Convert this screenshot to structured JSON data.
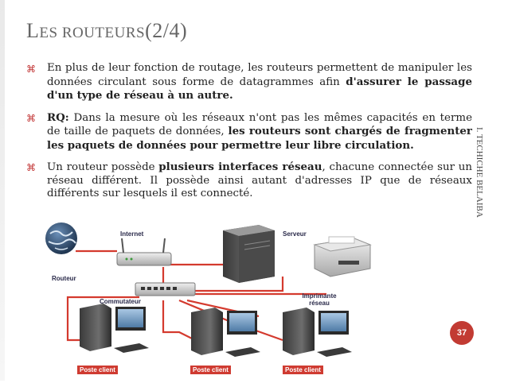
{
  "title": {
    "cap1": "L",
    "rest1": "ES ROUTEURS",
    "suffix": "(2/4)"
  },
  "bullets": [
    {
      "marker": "⌘",
      "text_normal": "En plus de leur fonction de routage, les routeurs permettent de manipuler les données circulant sous forme de datagrammes afin ",
      "text_bold": "d'assurer le passage d'un type de réseau à un autre."
    },
    {
      "marker": "⌘",
      "label_bold": "RQ:",
      "text_normal": " Dans la mesure où les réseaux n'ont pas les mêmes capacités en terme de taille de paquets de données, ",
      "text_bold": "les routeurs sont chargés de fragmenter les paquets de données pour permettre leur libre circulation."
    },
    {
      "marker": "⌘",
      "text_normal_1": "Un routeur possède ",
      "text_bold": "plusieurs interfaces réseau",
      "text_normal_2": ", chacune connectée sur un réseau différent. Il possède ainsi autant d'adresses IP  que de réseaux différents sur lesquels il est connecté."
    }
  ],
  "author_vertical": "I. TECHICHE BELAIBA",
  "page_number": "37",
  "diagram": {
    "labels": {
      "internet": "Internet",
      "serveur": "Serveur",
      "routeur": "Routeur",
      "commutateur": "Commutateur",
      "imprimante": "Imprimante réseau",
      "poste1": "Poste client",
      "poste2": "Poste client",
      "poste3": "Poste client"
    }
  },
  "colors": {
    "accent": "#c23b33",
    "title": "#666666",
    "cable": "#d43a2e"
  }
}
